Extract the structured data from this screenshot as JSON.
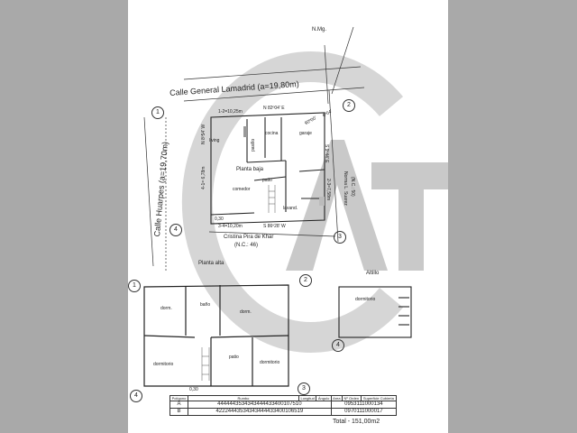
{
  "north": "N.Mg.",
  "street_top": "Calle General Lamadrid (a=19,80m)",
  "street_left": "Calle Huarpes (a=19,70m)",
  "markers": [
    "1",
    "2",
    "3",
    "4"
  ],
  "ground_floor": {
    "title": "Planta baja",
    "dim_top": "1-2=10,25m",
    "angle_top": "N 82º04' E",
    "dim_left": "4-1= 6,78m",
    "angle_left": "N 8º54' W",
    "dim_right": "2-3=7,58m",
    "angle_right": "S 9º44' E",
    "dim_bottom": "3-4=10,20m",
    "angle_bottom": "S 86º28' W",
    "corner_angle": "6º04'",
    "corner_label": "90º00'",
    "rooms": [
      "living",
      "cocina",
      "garaje",
      "comedor",
      "patio",
      "lavand."
    ],
    "small_room": "pasillo",
    "offset": "0,30",
    "neighbor_right": "Norma L. Suarez",
    "neighbor_right_nc": "(N.C.: 50)",
    "neighbor_bottom": "Cristina Pira de Khar",
    "neighbor_bottom_nc": "(N.C.: 46)"
  },
  "upper_floor": {
    "title": "Planta alta",
    "rooms": [
      "dorm.",
      "baño",
      "dorm.",
      "dormitorio",
      "patio",
      "dormitorio"
    ],
    "offset": "0,30"
  },
  "attic": {
    "title": "Altillo",
    "room": "dormitorio"
  },
  "table": {
    "headers": [
      "Polígono",
      "Rumbo",
      "Longitud",
      "Ángulo",
      "Area",
      "Nº Orden",
      "Superficie Cubierta"
    ],
    "rows": [
      {
        "poly": "A",
        "code": "4444443534343444433400107510"
      },
      {
        "poly": "B",
        "code": "42224443534343444433400106519"
      }
    ],
    "row_a_extra": "0953111000134",
    "row_b_extra": "0970111000017",
    "total": "Total - 151,00m2"
  }
}
